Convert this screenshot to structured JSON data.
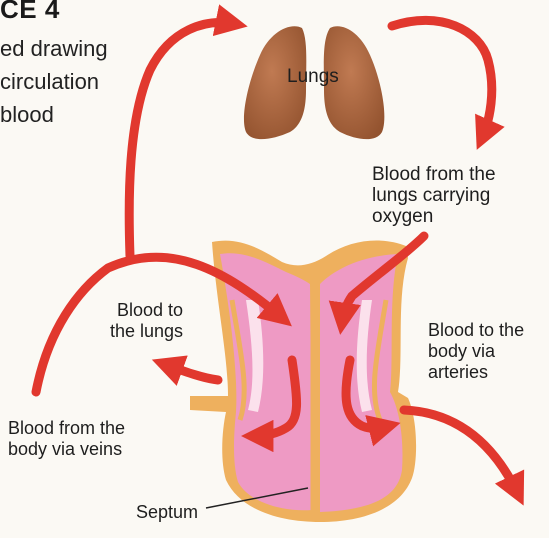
{
  "figure": {
    "heading": "CE 4",
    "caption_lines": [
      "ed drawing",
      "circulation",
      "blood"
    ]
  },
  "labels": {
    "lungs": "Lungs",
    "blood_from_lungs": [
      "Blood from the",
      "lungs carrying",
      "oxygen"
    ],
    "blood_to_lungs": [
      "Blood to",
      "the lungs"
    ],
    "blood_to_body": [
      "Blood to the",
      "body via",
      "arteries"
    ],
    "blood_from_body": [
      "Blood from the",
      "body via veins"
    ],
    "septum": "Septum"
  },
  "colors": {
    "arrow": "#e1382e",
    "lungs": "#a8663f",
    "heart_fill": "#ee9ac4",
    "heart_outline": "#eeb05e",
    "heart_light_band": "#fbe1ec"
  }
}
